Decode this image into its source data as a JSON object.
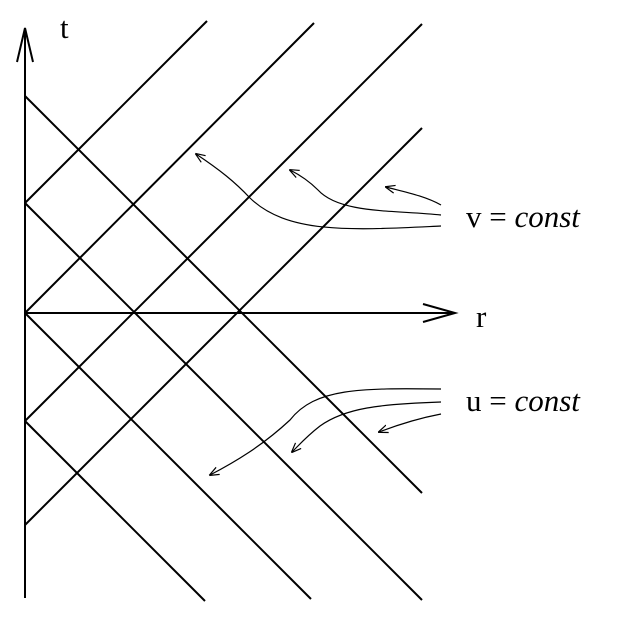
{
  "axes": {
    "vertical_label": "t",
    "horizontal_label": "r"
  },
  "families": {
    "v": {
      "variable": "v",
      "equals": " = ",
      "const": "const"
    },
    "u": {
      "variable": "u",
      "equals": " = ",
      "const": "const"
    }
  },
  "colors": {
    "ink": "#000000",
    "background": "#ffffff"
  }
}
